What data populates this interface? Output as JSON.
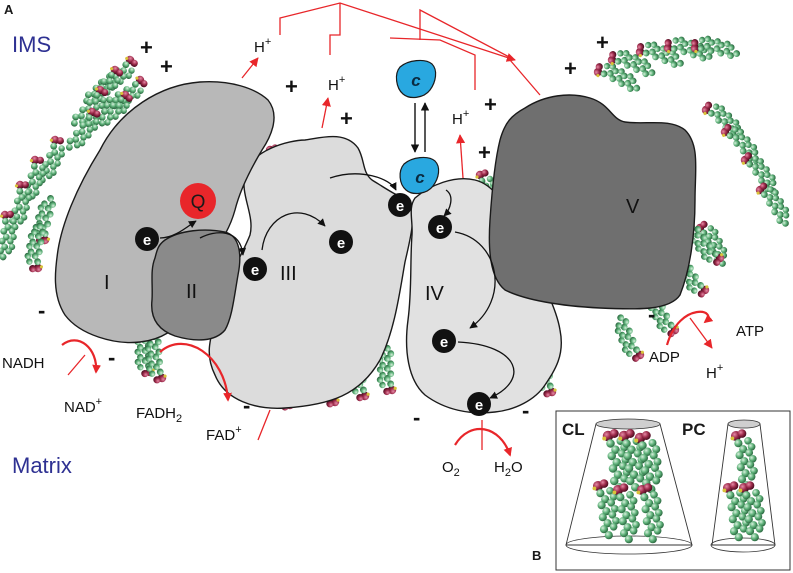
{
  "panel_labels": {
    "a": "A",
    "b": "B"
  },
  "regions": {
    "ims": "IMS",
    "matrix": "Matrix"
  },
  "complexes": {
    "c1": "I",
    "c2": "II",
    "c3": "III",
    "c4": "IV",
    "c5": "V"
  },
  "carriers": {
    "quinone": "Q",
    "cytochrome": "c",
    "electron": "e"
  },
  "protons": {
    "h": "H",
    "plus": "+"
  },
  "charges": {
    "positive": "+",
    "negative": "-"
  },
  "substrates": {
    "nadh": "NADH",
    "nad": "NAD",
    "nad_sup": "+",
    "fadh": "FADH",
    "fadh_sub": "2",
    "fad": "FAD",
    "fad_sup": "+",
    "o2": "O",
    "o2_sub": "2",
    "h2o_h": "H",
    "h2o_sub": "2",
    "h2o_o": "O",
    "adp": "ADP",
    "atp": "ATP"
  },
  "inset": {
    "cl": "CL",
    "pc": "PC"
  },
  "colors": {
    "region_text": "#2e3192",
    "complex_light": "#dcdcdc",
    "complex_mid": "#b8b8b8",
    "complex_dark": "#8a8a8a",
    "complex_darker": "#6f6f6f",
    "quinone": "#e8262a",
    "cytochrome": "#29a8e0",
    "electron": "#111111",
    "arrow_red": "#e8262a",
    "lipid_tail": "#5fb27a",
    "lipid_head": "#9c2a4a"
  }
}
